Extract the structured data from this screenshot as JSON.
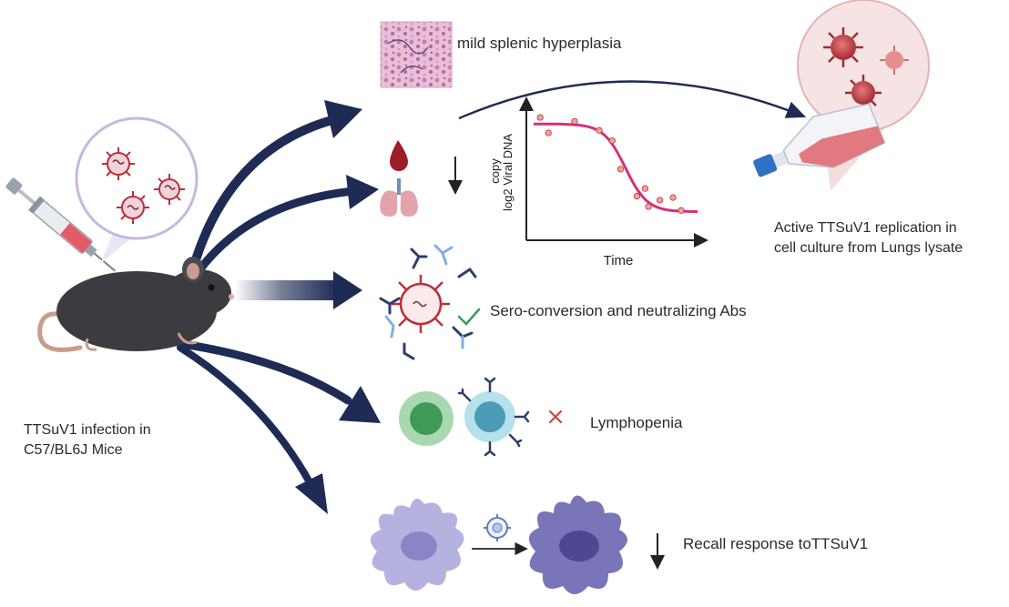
{
  "labels": {
    "infection_line1": "TTSuV1 infection in",
    "infection_line2": "C57/BL6J Mice",
    "splenic": "mild splenic hyperplasia",
    "active_line1": "Active TTSuV1 replication in",
    "active_line2": "cell culture from Lungs lysate",
    "sero": "Sero-conversion and neutralizing Abs",
    "lymphopenia": "Lymphopenia",
    "recall": "Recall response toTTSuV1"
  },
  "chart_data": {
    "type": "scatter",
    "xlabel": "Time",
    "ylabel_line1": "log2 Viral DNA",
    "ylabel_line2": "copy",
    "trend": "decreasing sigmoid",
    "xlim": [
      0,
      10
    ],
    "ylim": [
      0,
      10
    ],
    "points": [
      {
        "x": 0.4,
        "y": 8.8
      },
      {
        "x": 0.9,
        "y": 7.6
      },
      {
        "x": 2.5,
        "y": 8.5
      },
      {
        "x": 4.0,
        "y": 7.8
      },
      {
        "x": 4.8,
        "y": 7.0
      },
      {
        "x": 5.3,
        "y": 4.8
      },
      {
        "x": 6.8,
        "y": 3.3
      },
      {
        "x": 7.7,
        "y": 2.4
      },
      {
        "x": 8.5,
        "y": 2.6
      },
      {
        "x": 9.0,
        "y": 1.6
      },
      {
        "x": 7.0,
        "y": 1.9
      },
      {
        "x": 6.3,
        "y": 2.7
      }
    ]
  },
  "colors": {
    "arrow_navy": "#1e2b55",
    "curve_magenta": "#d4317f",
    "check_green": "#3a9a5a",
    "cross_red": "#d0453d",
    "virus_red": "#b8323a",
    "dc_purple": "#9a94d2"
  },
  "icons": [
    "syringe-icon",
    "mouse-icon",
    "virus-icon",
    "blood-drop-icon",
    "lungs-icon",
    "antibody-icon",
    "lymphocyte-icon",
    "dendritic-cell-icon",
    "flask-icon",
    "check-icon",
    "cross-icon",
    "down-arrow-icon",
    "spleen-tissue-icon"
  ]
}
